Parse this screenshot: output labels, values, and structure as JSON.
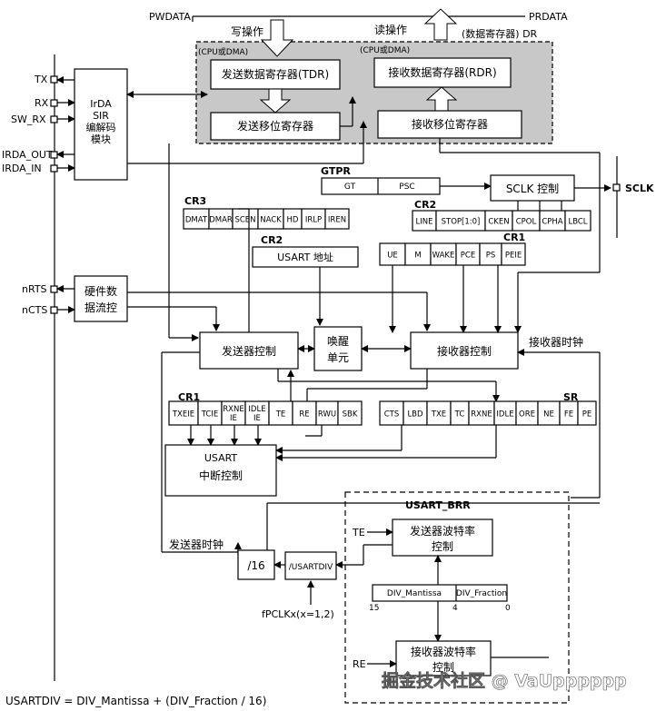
{
  "top": {
    "pwdata": "PWDATA",
    "prdata": "PRDATA",
    "write_op": "写操作",
    "read_op": "读操作",
    "cpu_dma_write": "(CPU或DMA)",
    "cpu_dma_read": "(CPU或DMA)",
    "data_register": "(数据寄存器) DR"
  },
  "registers": {
    "tdr": "发送数据寄存器(TDR)",
    "rdr": "接收数据寄存器(RDR)",
    "tx_shift": "发送移位寄存器",
    "rx_shift": "接收移位寄存器"
  },
  "pins": {
    "tx": "TX",
    "rx": "RX",
    "sw_rx": "SW_RX",
    "irda_out": "IRDA_OUT",
    "irda_in": "IRDA_IN",
    "nrts": "nRTS",
    "ncts": "nCTS",
    "sclk": "SCLK"
  },
  "irda": {
    "line1": "IrDA",
    "line2": "SIR",
    "line3": "编解码",
    "line4": "模块"
  },
  "flow": {
    "line1": "硬件数",
    "line2": "据流控"
  },
  "gtpr": {
    "title": "GTPR",
    "gt": "GT",
    "psc": "PSC"
  },
  "sclk_ctrl": "SCLK 控制",
  "cr3": {
    "title": "CR3",
    "bits": [
      "DMAT",
      "DMAR",
      "SCEN",
      "NACK",
      "HD",
      "IRLP",
      "IREN"
    ]
  },
  "cr2_top": {
    "title": "CR2",
    "bits": [
      "LINE",
      "STOP[1:0]",
      "CKEN",
      "CPOL",
      "CPHA",
      "LBCL"
    ]
  },
  "cr2_addr": {
    "title": "CR2",
    "label": "USART 地址"
  },
  "cr1_top": {
    "title": "CR1",
    "bits": [
      "UE",
      "M",
      "WAKE",
      "PCE",
      "PS",
      "PEIE"
    ]
  },
  "tx_ctrl": "发送器控制",
  "rx_ctrl": "接收器控制",
  "wakeup": {
    "line1": "唤醒",
    "line2": "单元"
  },
  "rx_clock": "接收器时钟",
  "tx_clock": "发送器时钟",
  "cr1_bottom": {
    "title": "CR1",
    "bits": [
      "TXEIE",
      "TCIE",
      "RXNE IE",
      "IDLE IE",
      "TE",
      "RE",
      "RWU",
      "SBK"
    ]
  },
  "sr": {
    "title": "SR",
    "bits": [
      "CTS",
      "LBD",
      "TXE",
      "TC",
      "RXNE",
      "IDLE",
      "ORE",
      "NE",
      "FE",
      "PE"
    ]
  },
  "interrupt": {
    "line1": "USART",
    "line2": "中断控制"
  },
  "brr": {
    "title": "USART_BRR",
    "te": "TE",
    "re": "RE",
    "tx_baud_line1": "发送器波特率",
    "tx_baud_line2": "控制",
    "rx_baud_line1": "接收器波特率",
    "rx_baud_line2": "控制",
    "mantissa": "DIV_Mantissa",
    "fraction": "DIV_Fraction",
    "bit15": "15",
    "bit4": "4",
    "bit0": "0"
  },
  "div16": "/16",
  "usartdiv_box": "/USARTDIV",
  "fpclk": "fPCLKx(x=1,2)",
  "formula": "USARTDIV = DIV_Mantissa + (DIV_Fraction / 16)",
  "watermark": "掘金技术社区 @ VaUpppppp"
}
